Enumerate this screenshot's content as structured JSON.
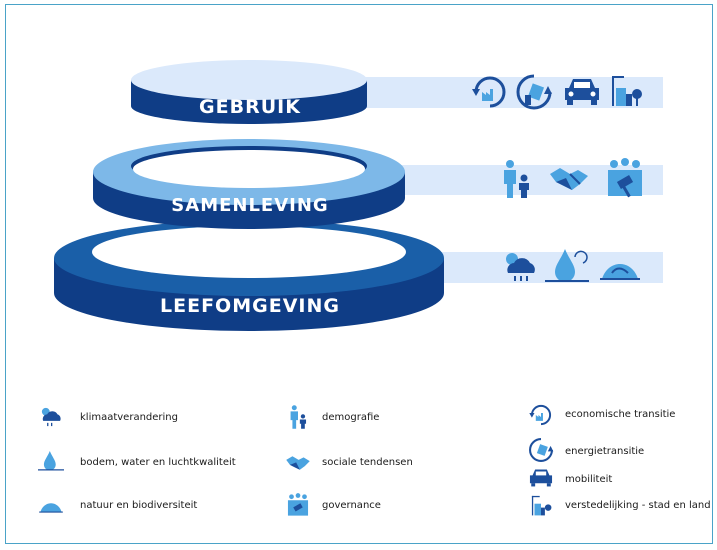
{
  "rings": {
    "gebruik": "GEBRUIK",
    "samenleving": "SAMENLEVING",
    "leefomgeving": "LEEFOMGEVING"
  },
  "legend": {
    "klimaat": "klimaatverandering",
    "bodem": "bodem, water en luchtkwaliteit",
    "natuur": "natuur en biodiversiteit",
    "demografie": "demografie",
    "sociale": "sociale tendensen",
    "governance": "governance",
    "economische": "economische transitie",
    "energie": "energietransitie",
    "mobiliteit": "mobiliteit",
    "verstedelijking": "verstedelijking - stad en land"
  },
  "colors": {
    "dark_blue": "#0f3d86",
    "mid_blue": "#1a5fa8",
    "light_blue": "#7db8e8",
    "band": "#dbe9fb",
    "icon_blue": "#1d4f9c",
    "icon_light": "#4aa3e0"
  }
}
